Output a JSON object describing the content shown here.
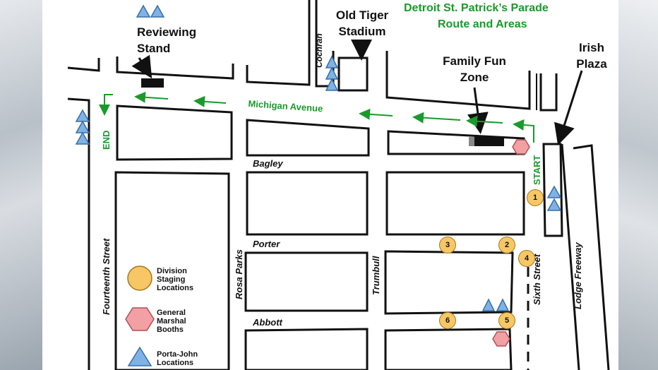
{
  "map": {
    "title": "Detroit St. Patrick’s Parade",
    "subtitle": "Route and Areas",
    "landmarks": {
      "reviewing_stand": "Reviewing Stand",
      "old_tiger_stadium": "Old Tiger Stadium",
      "family_fun_zone": "Family Fun Zone",
      "irish_plaza": "Irish Plaza"
    },
    "route": {
      "avenue": "Michigan Avenue",
      "start": "START",
      "end": "END"
    },
    "streets": {
      "cochran": "Cochran",
      "bagley": "Bagley",
      "porter": "Porter",
      "abbott": "Abbott",
      "fourteenth": "Fourteenth Street",
      "rosa_parks": "Rosa Parks",
      "trumbull": "Trumbull",
      "sixth": "Sixth Street",
      "lodge": "Lodge Freeway"
    },
    "staging_numbers": [
      "1",
      "2",
      "3",
      "4",
      "5",
      "6"
    ],
    "legend": {
      "staging": "Division Staging Locations",
      "marshal": "General Marshal Booths",
      "porta": "Porta-John Locations"
    },
    "colors": {
      "route_green": "#1a9a2a",
      "staging_fill": "#f7c765",
      "marshal_fill": "#f2a0a3",
      "porta_fill": "#7fb2e5"
    }
  }
}
